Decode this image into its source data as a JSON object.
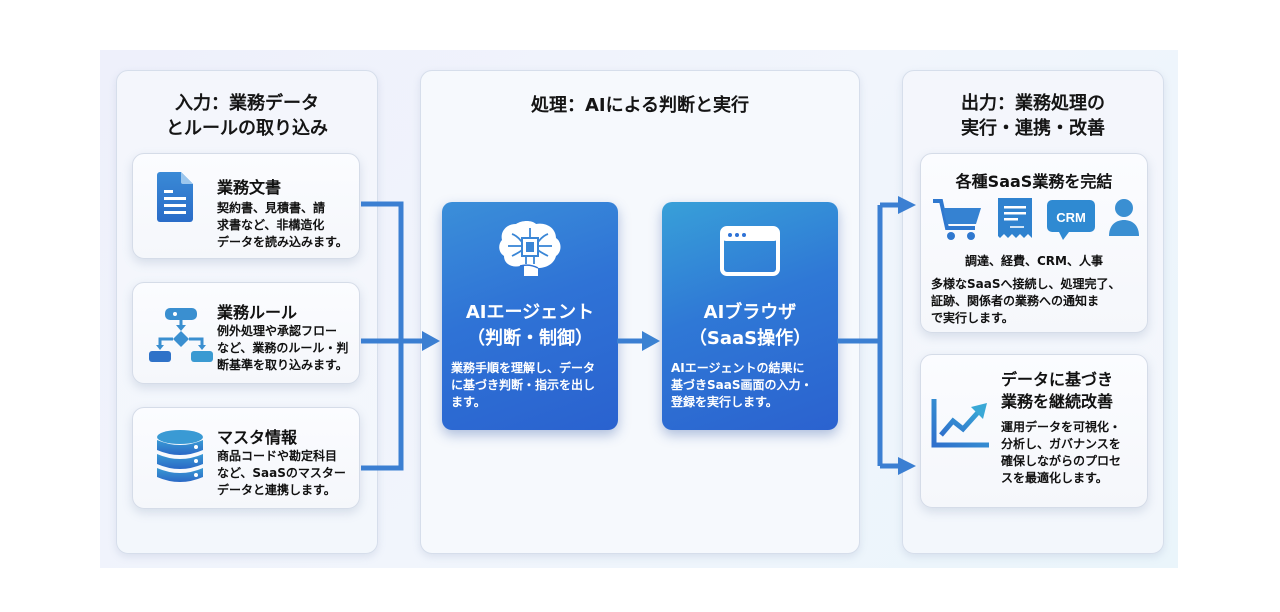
{
  "colors": {
    "accent_blue": "#2f73d6",
    "connector_blue": "#3b7fd2",
    "icon_blue": "#2f86cf"
  },
  "input": {
    "title_line1": "入力：業務データ",
    "title_line2": "とルールの取り込み",
    "cards": [
      {
        "icon": "document-icon",
        "title": "業務文書",
        "desc": [
          "契約書、見積書、請",
          "求書など、非構造化",
          "データを読み込みます。"
        ]
      },
      {
        "icon": "flowchart-icon",
        "title": "業務ルール",
        "desc": [
          "例外処理や承認フロー",
          "など、業務のルール・判",
          "断基準を取り込みます。"
        ]
      },
      {
        "icon": "database-icon",
        "title": "マスタ情報",
        "desc": [
          "商品コードや勘定科目",
          "など、SaaSのマスター",
          "データと連携します。"
        ]
      }
    ]
  },
  "process": {
    "title": "処理：AIによる判断と実行",
    "agents": [
      {
        "icon": "ai-brain-icon",
        "title_line1": "AIエージェント",
        "title_line2": "（判断・制御）",
        "desc": [
          "業務手順を理解し、データ",
          "に基づき判断・指示を出し",
          "ます。"
        ]
      },
      {
        "icon": "browser-window-icon",
        "title_line1": "AIブラウザ",
        "title_line2": "（SaaS操作）",
        "desc": [
          "AIエージェントの結果に",
          "基づきSaaS画面の入力・",
          "登録を実行します。"
        ]
      }
    ]
  },
  "output": {
    "title_line1": "出力：業務処理の",
    "title_line2": "実行・連携・改善",
    "saas_card": {
      "title": "各種SaaS業務を完結",
      "icons": [
        "shopping-cart-icon",
        "receipt-icon",
        "crm-chat-icon",
        "person-icon"
      ],
      "crm_label": "CRM",
      "caption": "調達、経費、CRM、人事",
      "desc": [
        "多様なSaaSへ接続し、処理完了、",
        "証跡、関係者の業務への通知ま",
        "で実行します。"
      ]
    },
    "improve_card": {
      "icon": "growth-chart-icon",
      "title_line1": "データに基づき",
      "title_line2": "業務を継続改善",
      "desc": [
        "運用データを可視化・",
        "分析し、ガバナンスを",
        "確保しながらのプロセ",
        "スを最適化します。"
      ]
    }
  }
}
